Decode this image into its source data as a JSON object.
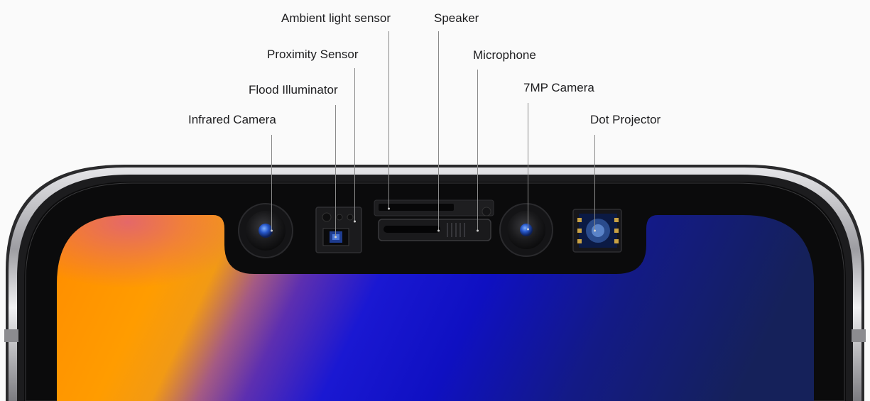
{
  "diagram": {
    "labels": {
      "ambient_light_sensor": "Ambient light sensor",
      "speaker": "Speaker",
      "proximity_sensor": "Proximity Sensor",
      "microphone": "Microphone",
      "flood_illuminator": "Flood Illuminator",
      "camera_7mp": "7MP Camera",
      "infrared_camera": "Infrared Camera",
      "dot_projector": "Dot Projector"
    },
    "colors": {
      "background": "#fafafa",
      "label_text": "#1d1d1f",
      "leader_line": "#8a8a8a",
      "bezel": "#0b0b0c",
      "frame_steel": "#b9b9bd",
      "screen_orange": "#ff9a00",
      "screen_blue": "#0f10c8",
      "screen_navy": "#14205a"
    },
    "icons": [
      "infrared-camera-lens-icon",
      "flood-illuminator-icon",
      "proximity-sensor-icon",
      "ambient-light-sensor-icon",
      "speaker-grille-icon",
      "microphone-icon",
      "front-camera-lens-icon",
      "dot-projector-icon"
    ]
  }
}
